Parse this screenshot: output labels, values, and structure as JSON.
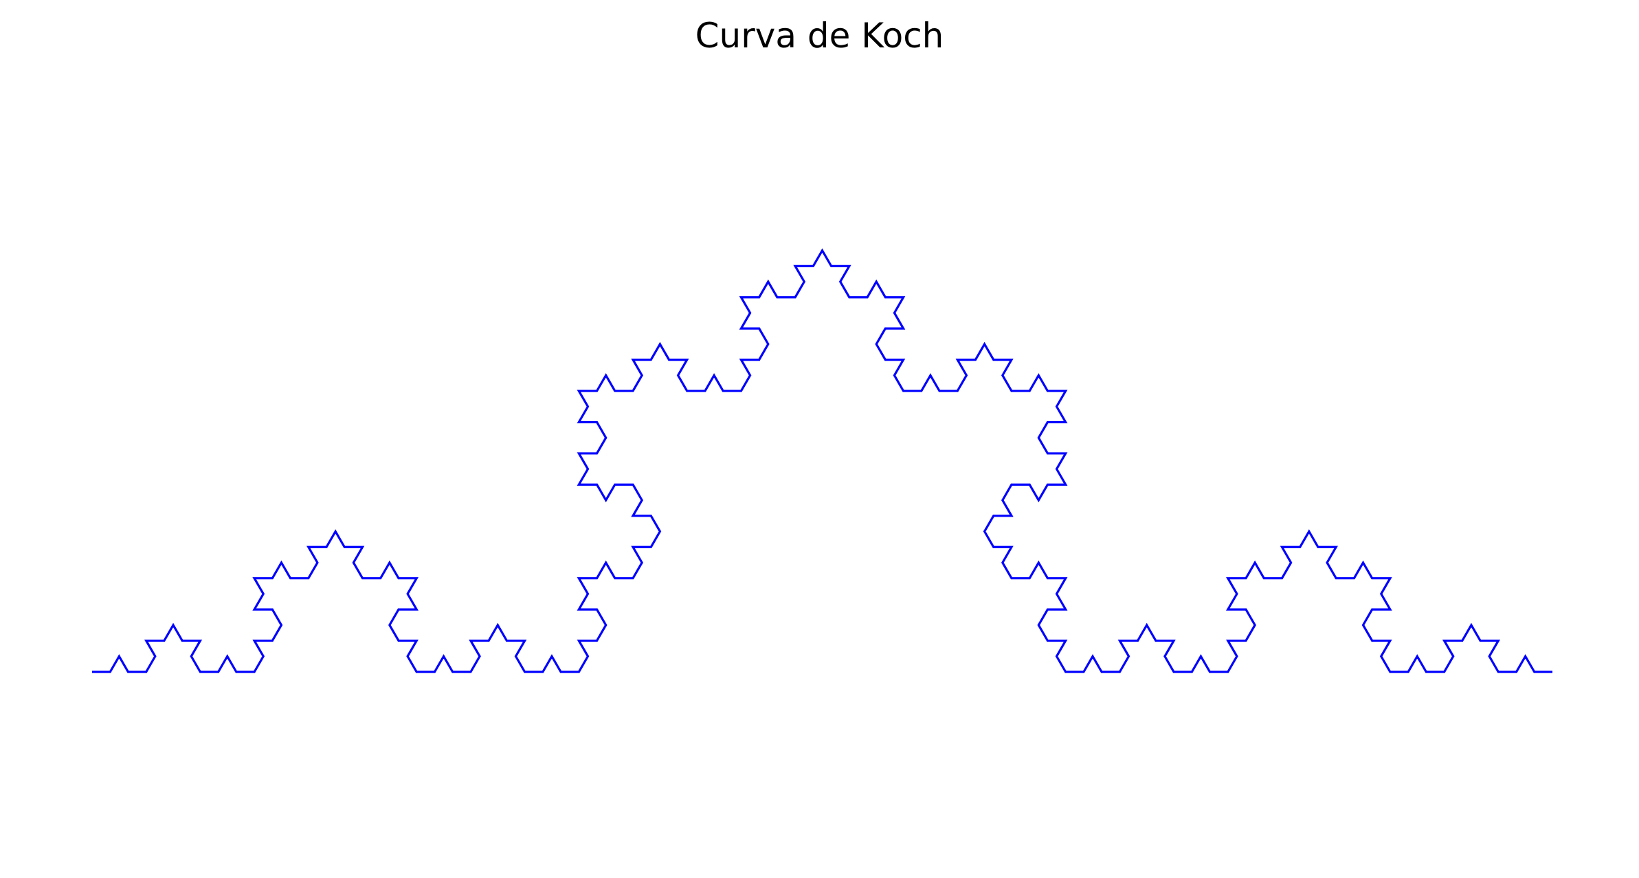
{
  "figure": {
    "title": "Curva de Koch",
    "curve": {
      "kind": "koch-curve",
      "iterations": 4,
      "start": [
        0,
        0
      ],
      "end": [
        1,
        0
      ],
      "color": "#0000ff"
    },
    "axes_visible": false
  }
}
